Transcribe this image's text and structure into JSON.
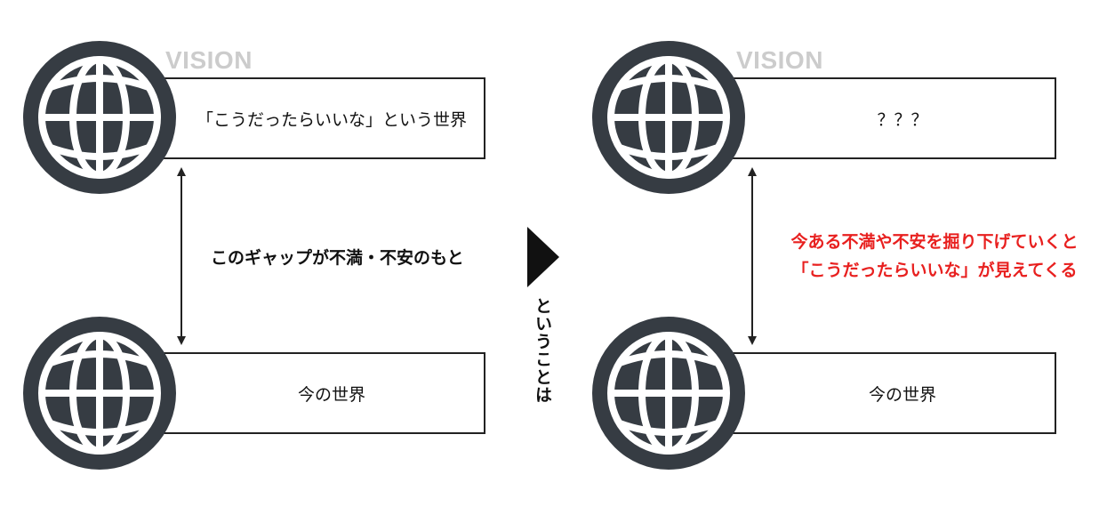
{
  "left": {
    "vision_label": "VISION",
    "top_box_text": "「こうだったらいいな」という世界",
    "bottom_box_text": "今の世界",
    "gap_text": "このギャップが不満・不安のもと"
  },
  "middle": {
    "arrow": "triangle-right",
    "vertical_text": "ということは"
  },
  "right": {
    "vision_label": "VISION",
    "top_box_text": "？？？",
    "bottom_box_text": "今の世界",
    "red_line_1": "今ある不満や不安を掘り下げていくと",
    "red_line_2": "「こうだったらいいな」が見えてくる"
  },
  "colors": {
    "globe": "#363c43",
    "accent_red": "#e8201f",
    "vision": "#cccccc"
  }
}
